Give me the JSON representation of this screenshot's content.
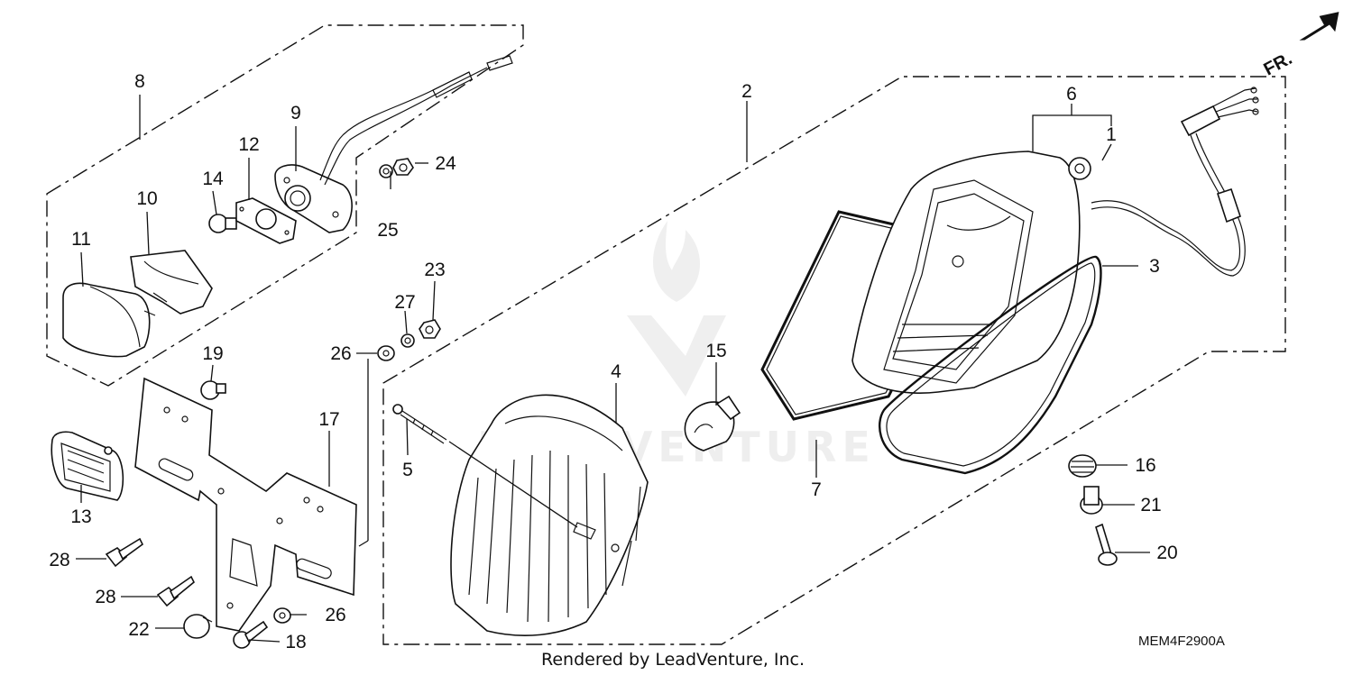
{
  "diagram": {
    "code": "MEM4F2900A",
    "footer": "Rendered by LeadVenture, Inc.",
    "watermark": "LEADVENTURE",
    "direction_label": "FR.",
    "callouts": {
      "c1": "1",
      "c2": "2",
      "c3": "3",
      "c4": "4",
      "c5": "5",
      "c6": "6",
      "c7": "7",
      "c8": "8",
      "c9": "9",
      "c10": "10",
      "c11": "11",
      "c12": "12",
      "c13": "13",
      "c14": "14",
      "c15": "15",
      "c16": "16",
      "c17": "17",
      "c18": "18",
      "c19": "19",
      "c20": "20",
      "c21": "21",
      "c22": "22",
      "c23": "23",
      "c24": "24",
      "c25": "25",
      "c26a": "26",
      "c26b": "26",
      "c27": "27",
      "c28a": "28",
      "c28b": "28"
    }
  }
}
